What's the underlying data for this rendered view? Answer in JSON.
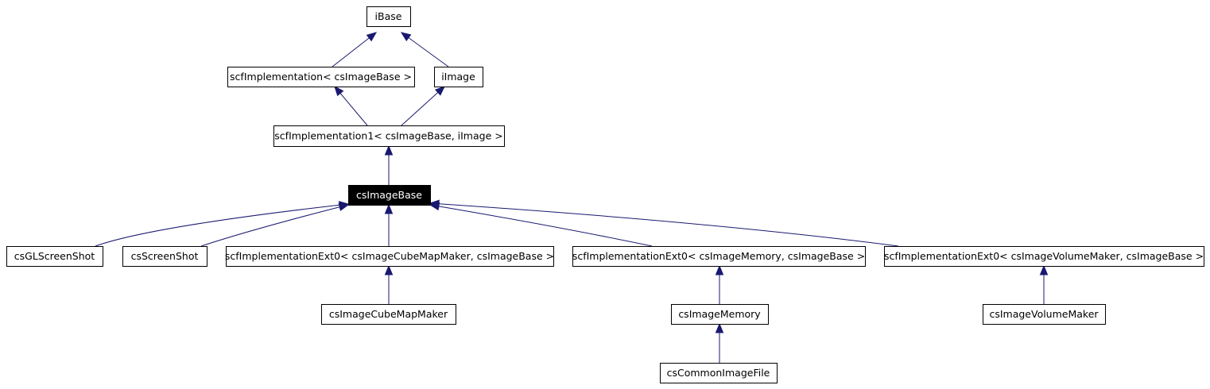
{
  "nodes": [
    {
      "id": "ibase",
      "label": "iBase",
      "highlight": false
    },
    {
      "id": "scfimpl",
      "label": "scfImplementation< csImageBase >",
      "highlight": false
    },
    {
      "id": "iimage",
      "label": "iImage",
      "highlight": false
    },
    {
      "id": "scfimpl1",
      "label": "scfImplementation1< csImageBase, iImage >",
      "highlight": false
    },
    {
      "id": "csimagebase",
      "label": "csImageBase",
      "highlight": true
    },
    {
      "id": "csglscreenshot",
      "label": "csGLScreenShot",
      "highlight": false
    },
    {
      "id": "csscreenshot",
      "label": "csScreenShot",
      "highlight": false
    },
    {
      "id": "ext0cubemap",
      "label": "scfImplementationExt0< csImageCubeMapMaker, csImageBase >",
      "highlight": false
    },
    {
      "id": "ext0memory",
      "label": "scfImplementationExt0< csImageMemory, csImageBase >",
      "highlight": false
    },
    {
      "id": "ext0volume",
      "label": "scfImplementationExt0< csImageVolumeMaker, csImageBase >",
      "highlight": false
    },
    {
      "id": "cubemapmaker",
      "label": "csImageCubeMapMaker",
      "highlight": false
    },
    {
      "id": "imagememory",
      "label": "csImageMemory",
      "highlight": false
    },
    {
      "id": "volumemaker",
      "label": "csImageVolumeMaker",
      "highlight": false
    },
    {
      "id": "commonimagefile",
      "label": "csCommonImageFile",
      "highlight": false
    }
  ],
  "edges": [
    {
      "from": "scfimpl",
      "to": "ibase"
    },
    {
      "from": "iimage",
      "to": "ibase"
    },
    {
      "from": "scfimpl1",
      "to": "scfimpl"
    },
    {
      "from": "scfimpl1",
      "to": "iimage"
    },
    {
      "from": "csimagebase",
      "to": "scfimpl1"
    },
    {
      "from": "csglscreenshot",
      "to": "csimagebase"
    },
    {
      "from": "csscreenshot",
      "to": "csimagebase"
    },
    {
      "from": "ext0cubemap",
      "to": "csimagebase"
    },
    {
      "from": "ext0memory",
      "to": "csimagebase"
    },
    {
      "from": "ext0volume",
      "to": "csimagebase"
    },
    {
      "from": "cubemapmaker",
      "to": "ext0cubemap"
    },
    {
      "from": "imagememory",
      "to": "ext0memory"
    },
    {
      "from": "volumemaker",
      "to": "ext0volume"
    },
    {
      "from": "commonimagefile",
      "to": "imagememory"
    }
  ],
  "colors": {
    "edge": "#191970",
    "highlight_fill": "#000000",
    "highlight_text": "#ffffff"
  }
}
